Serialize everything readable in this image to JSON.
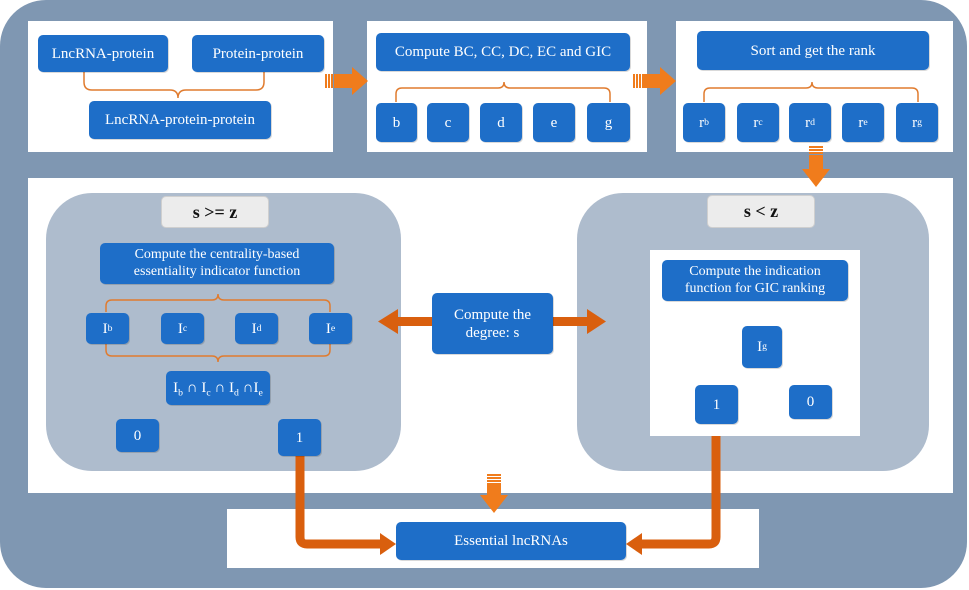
{
  "colors": {
    "background": "#7f97b2",
    "box": "#1e6ec8",
    "bracket": "#e07b2e",
    "arrow_orange": "#f07c1c",
    "arrow_dark": "#d95f0e",
    "arrow_gray": "#aebccd",
    "group_fill": "#aebccd"
  },
  "networks": {
    "lnc_protein": "LncRNA-protein",
    "protein_protein": "Protein-protein",
    "lnc_protein_protein": "LncRNA-protein-protein"
  },
  "compute": {
    "title": "Compute BC, CC, DC, EC and GIC",
    "items": [
      "b",
      "c",
      "d",
      "e",
      "g"
    ]
  },
  "rank": {
    "title": "Sort and get the rank",
    "items": [
      {
        "base": "r",
        "sub": "b"
      },
      {
        "base": "r",
        "sub": "c"
      },
      {
        "base": "r",
        "sub": "d"
      },
      {
        "base": "r",
        "sub": "e"
      },
      {
        "base": "r",
        "sub": "g"
      }
    ]
  },
  "degree": {
    "label": "Compute the\ndegree: s"
  },
  "left": {
    "condition": "s >= z",
    "title": "Compute the centrality-based\nessentiality indicator function",
    "indicators": [
      {
        "base": "I",
        "sub": "b"
      },
      {
        "base": "I",
        "sub": "c"
      },
      {
        "base": "I",
        "sub": "d"
      },
      {
        "base": "I",
        "sub": "e"
      }
    ],
    "intersection": {
      "bases": [
        "I",
        "I",
        "I",
        "I"
      ],
      "subs": [
        "b",
        "c",
        "d",
        "e"
      ],
      "op": "∩"
    },
    "zero": "0",
    "one": "1"
  },
  "right": {
    "condition": "s < z",
    "title": "Compute the indication\nfunction for GIC ranking",
    "indicator": {
      "base": "I",
      "sub": "g"
    },
    "one": "1",
    "zero": "0"
  },
  "result": {
    "label": "Essential lncRNAs"
  }
}
